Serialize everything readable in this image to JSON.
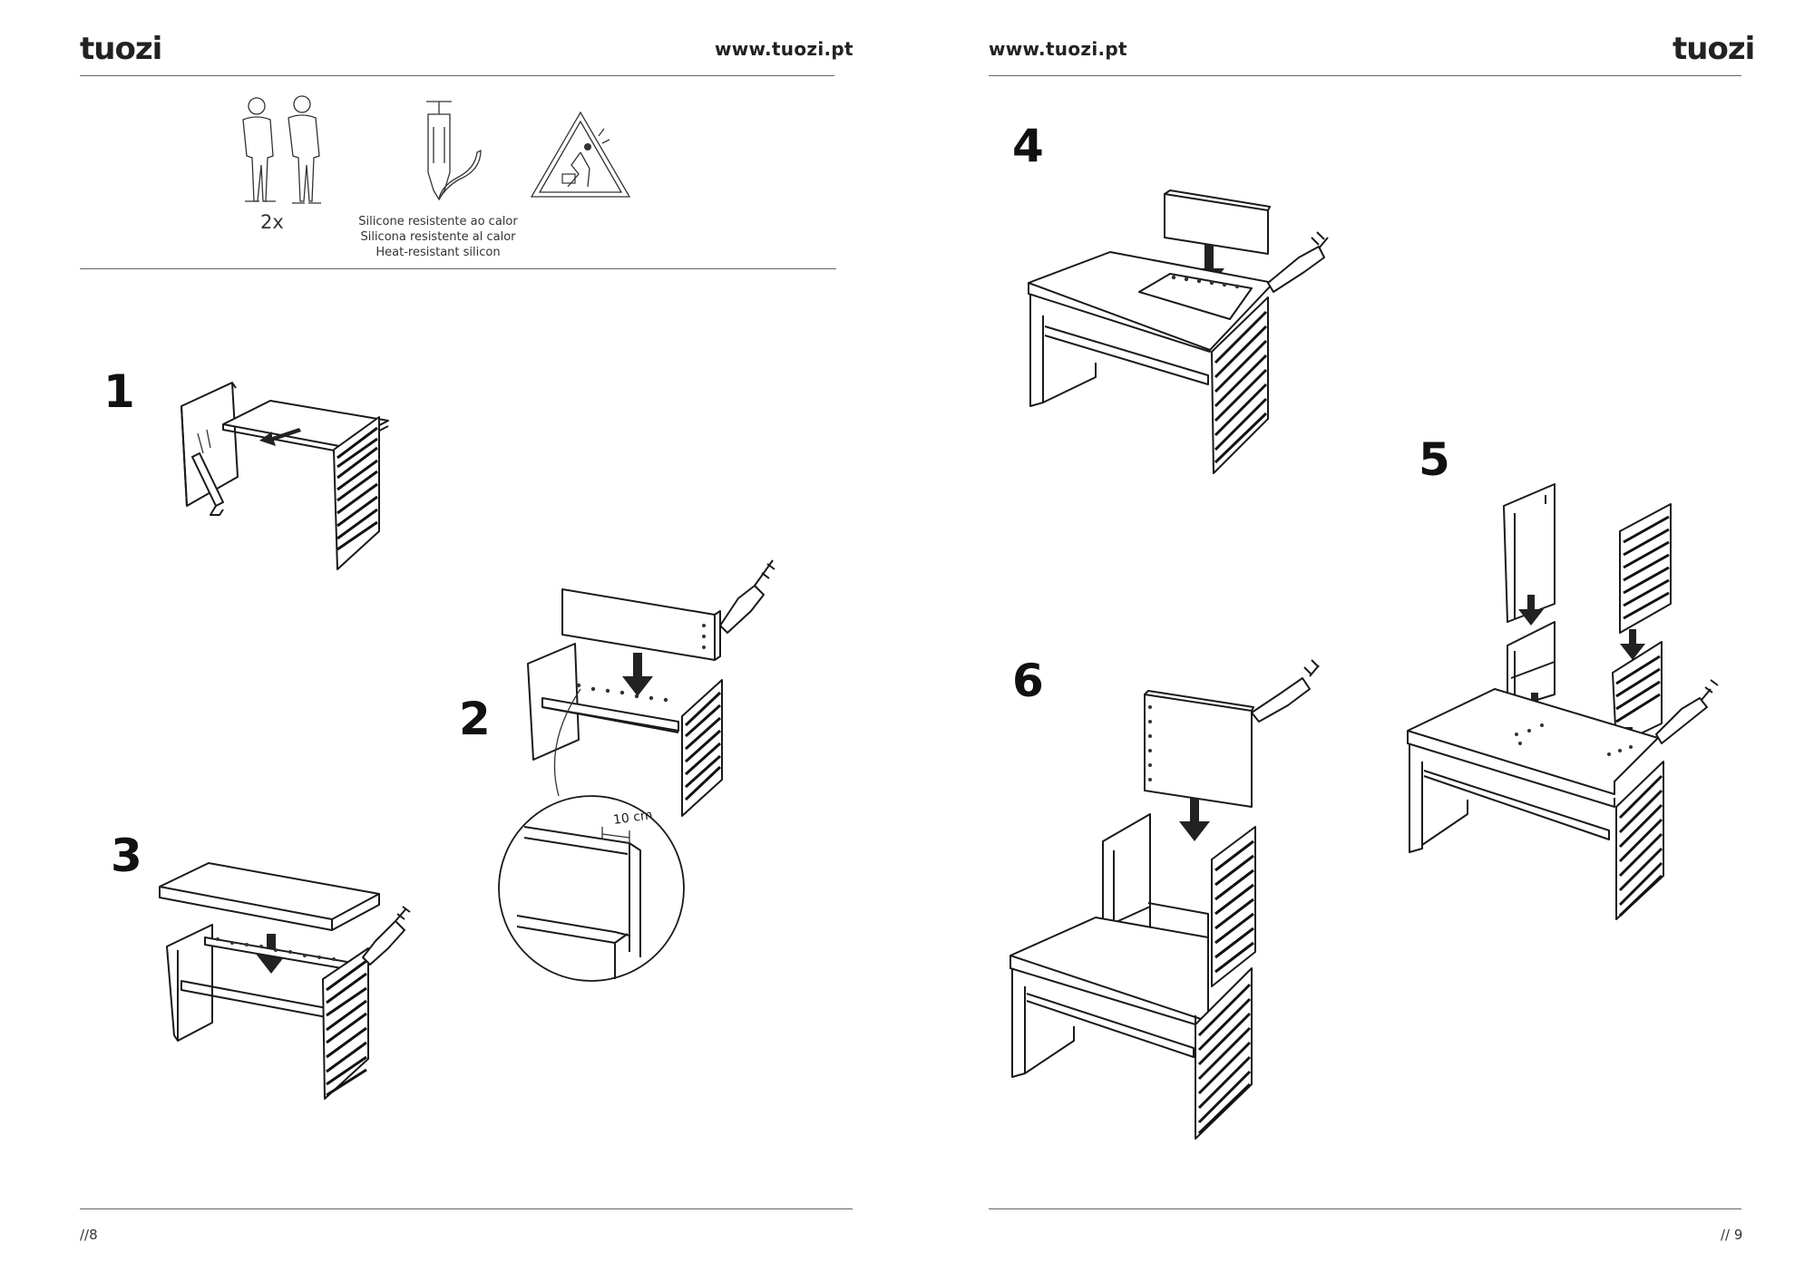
{
  "left_page": {
    "logo": "tuozi",
    "url": "www.tuozi.pt",
    "page_number": "//8",
    "requirements": [
      {
        "icon": "two-people-icon",
        "label": "2x"
      },
      {
        "icon": "silicone-gun-icon",
        "label_lines": [
          "Silicone resistente ao calor",
          "Silicona resistente al calor",
          "Heat-resistant silicon"
        ]
      },
      {
        "icon": "warning-triangle-icon"
      }
    ],
    "steps": [
      {
        "number": "1"
      },
      {
        "number": "2",
        "detail_measure": "10 cm"
      },
      {
        "number": "3"
      }
    ]
  },
  "right_page": {
    "logo": "tuozi",
    "url": "www.tuozi.pt",
    "page_number": "// 9",
    "steps": [
      {
        "number": "4"
      },
      {
        "number": "5"
      },
      {
        "number": "6"
      }
    ]
  },
  "colors": {
    "ink": "#1a1a1a",
    "rule": "#666666",
    "background": "#ffffff"
  }
}
